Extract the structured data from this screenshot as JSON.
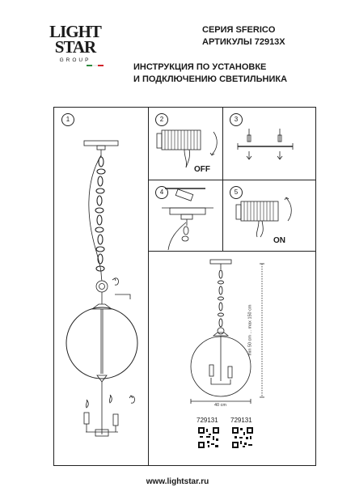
{
  "logo": {
    "line1": "LIGHT",
    "line2": "STAR",
    "line3": "GROUP"
  },
  "header": {
    "series": "СЕРИЯ SFERICO",
    "articles": "АРТИКУЛЫ 72913X",
    "instruction_line1": "ИНСТРУКЦИЯ ПО УСТАНОВКЕ",
    "instruction_line2": "И ПОДКЛЮЧЕНИЮ СВЕТИЛЬНИКА"
  },
  "steps": [
    "1",
    "2",
    "3",
    "4",
    "5"
  ],
  "step2": {
    "label": "OFF"
  },
  "step5": {
    "label": "ON"
  },
  "dimensions": {
    "width": "40 cm",
    "height": "min 50 cm ... max 150 cm"
  },
  "articles": [
    "729131",
    "729131"
  ],
  "footer": {
    "url": "www.lightstar.ru"
  },
  "colors": {
    "flag_white": "#ffffff",
    "flag_green": "#2e8b3e",
    "flag_red": "#d2232a"
  }
}
